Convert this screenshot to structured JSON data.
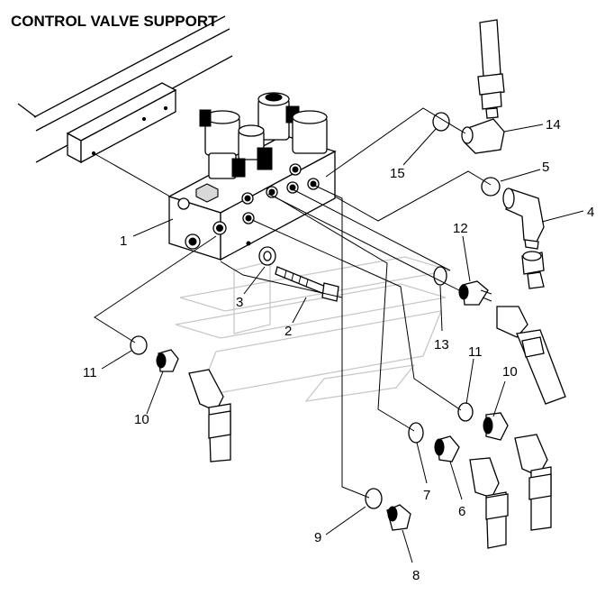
{
  "title": "CONTROL VALVE SUPPORT",
  "callouts": {
    "p1": "1",
    "p2": "2",
    "p3": "3",
    "p4": "4",
    "p5": "5",
    "p6": "6",
    "p7": "7",
    "p8": "8",
    "p9": "9",
    "p10a": "10",
    "p10b": "10",
    "p11a": "11",
    "p11b": "11",
    "p12": "12",
    "p13": "13",
    "p14": "14",
    "p15": "15"
  }
}
